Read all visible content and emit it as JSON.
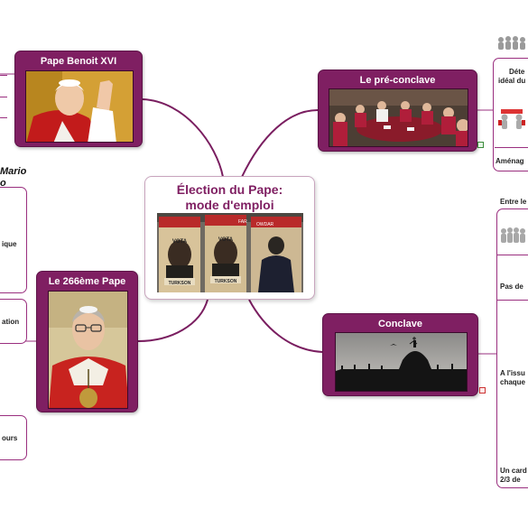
{
  "map": {
    "center_title_line1": "Élection du Pape:",
    "center_title_line2": "mode d'emploi",
    "nodes": {
      "benoit": "Pape Benoit XVI",
      "pre_conclave": "Le pré-conclave",
      "pape_266": "Le 266ème Pape",
      "conclave": "Conclave"
    },
    "left_side_labels": {
      "bergoglio_line1": "Mario",
      "bergoglio_line2": "o",
      "item_a": "ique",
      "item_b": "ation",
      "item_c": "ours"
    },
    "right_side_labels": {
      "pre_1_line1": "Déte",
      "pre_1_line2": "idéal du",
      "pre_2": "Aménag",
      "con_1": "Entre le",
      "con_2": "Pas de",
      "con_3_line1": "A l'issu",
      "con_3_line2": "chaque",
      "con_4_line1": "Un card",
      "con_4_line2": "2/3 de"
    },
    "poster_text": {
      "word": "VOTA",
      "name": "TURKSON",
      "tag_a": "FAR",
      "tag_b": "OWDAR"
    }
  },
  "colors": {
    "node_fill": "#7f1f62",
    "link": "#7a1e60",
    "center_title": "#7f1f62"
  }
}
